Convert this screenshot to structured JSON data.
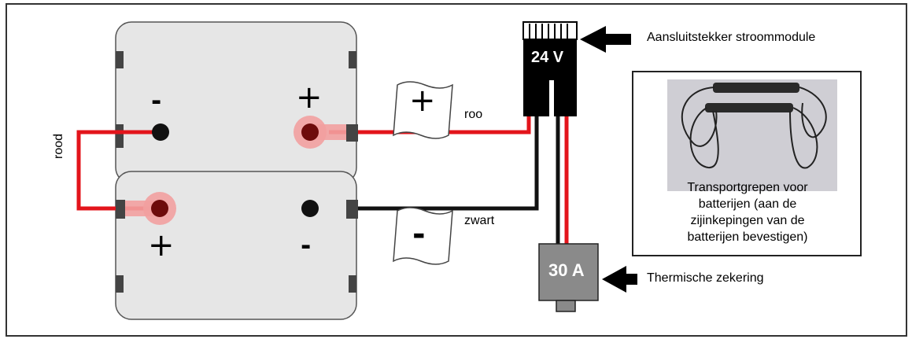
{
  "battery_top": {
    "minus_sign": "-",
    "plus_sign": "+"
  },
  "battery_bottom": {
    "plus_sign": "+",
    "minus_sign": "-"
  },
  "wires": {
    "left_label": "rood",
    "top_label": "roo",
    "bottom_label": "zwart"
  },
  "flags": {
    "plus": "+",
    "minus": "-"
  },
  "module": {
    "voltage": "24 V",
    "connector_label": "Aansluitstekker stroommodule"
  },
  "fuse": {
    "rating": "30 A",
    "label": "Thermische zekering"
  },
  "photo": {
    "caption": "Transportgrepen voor batterijen (aan de zijinkepingen van de batterijen bevestigen)"
  },
  "colors": {
    "wire_red": "#e3141b",
    "wire_black": "#111111",
    "battery_fill": "#e6e6e6",
    "terminal_glow": "#f2a0a0",
    "module_black": "#000000",
    "fuse_gray": "#8a8a8a"
  }
}
